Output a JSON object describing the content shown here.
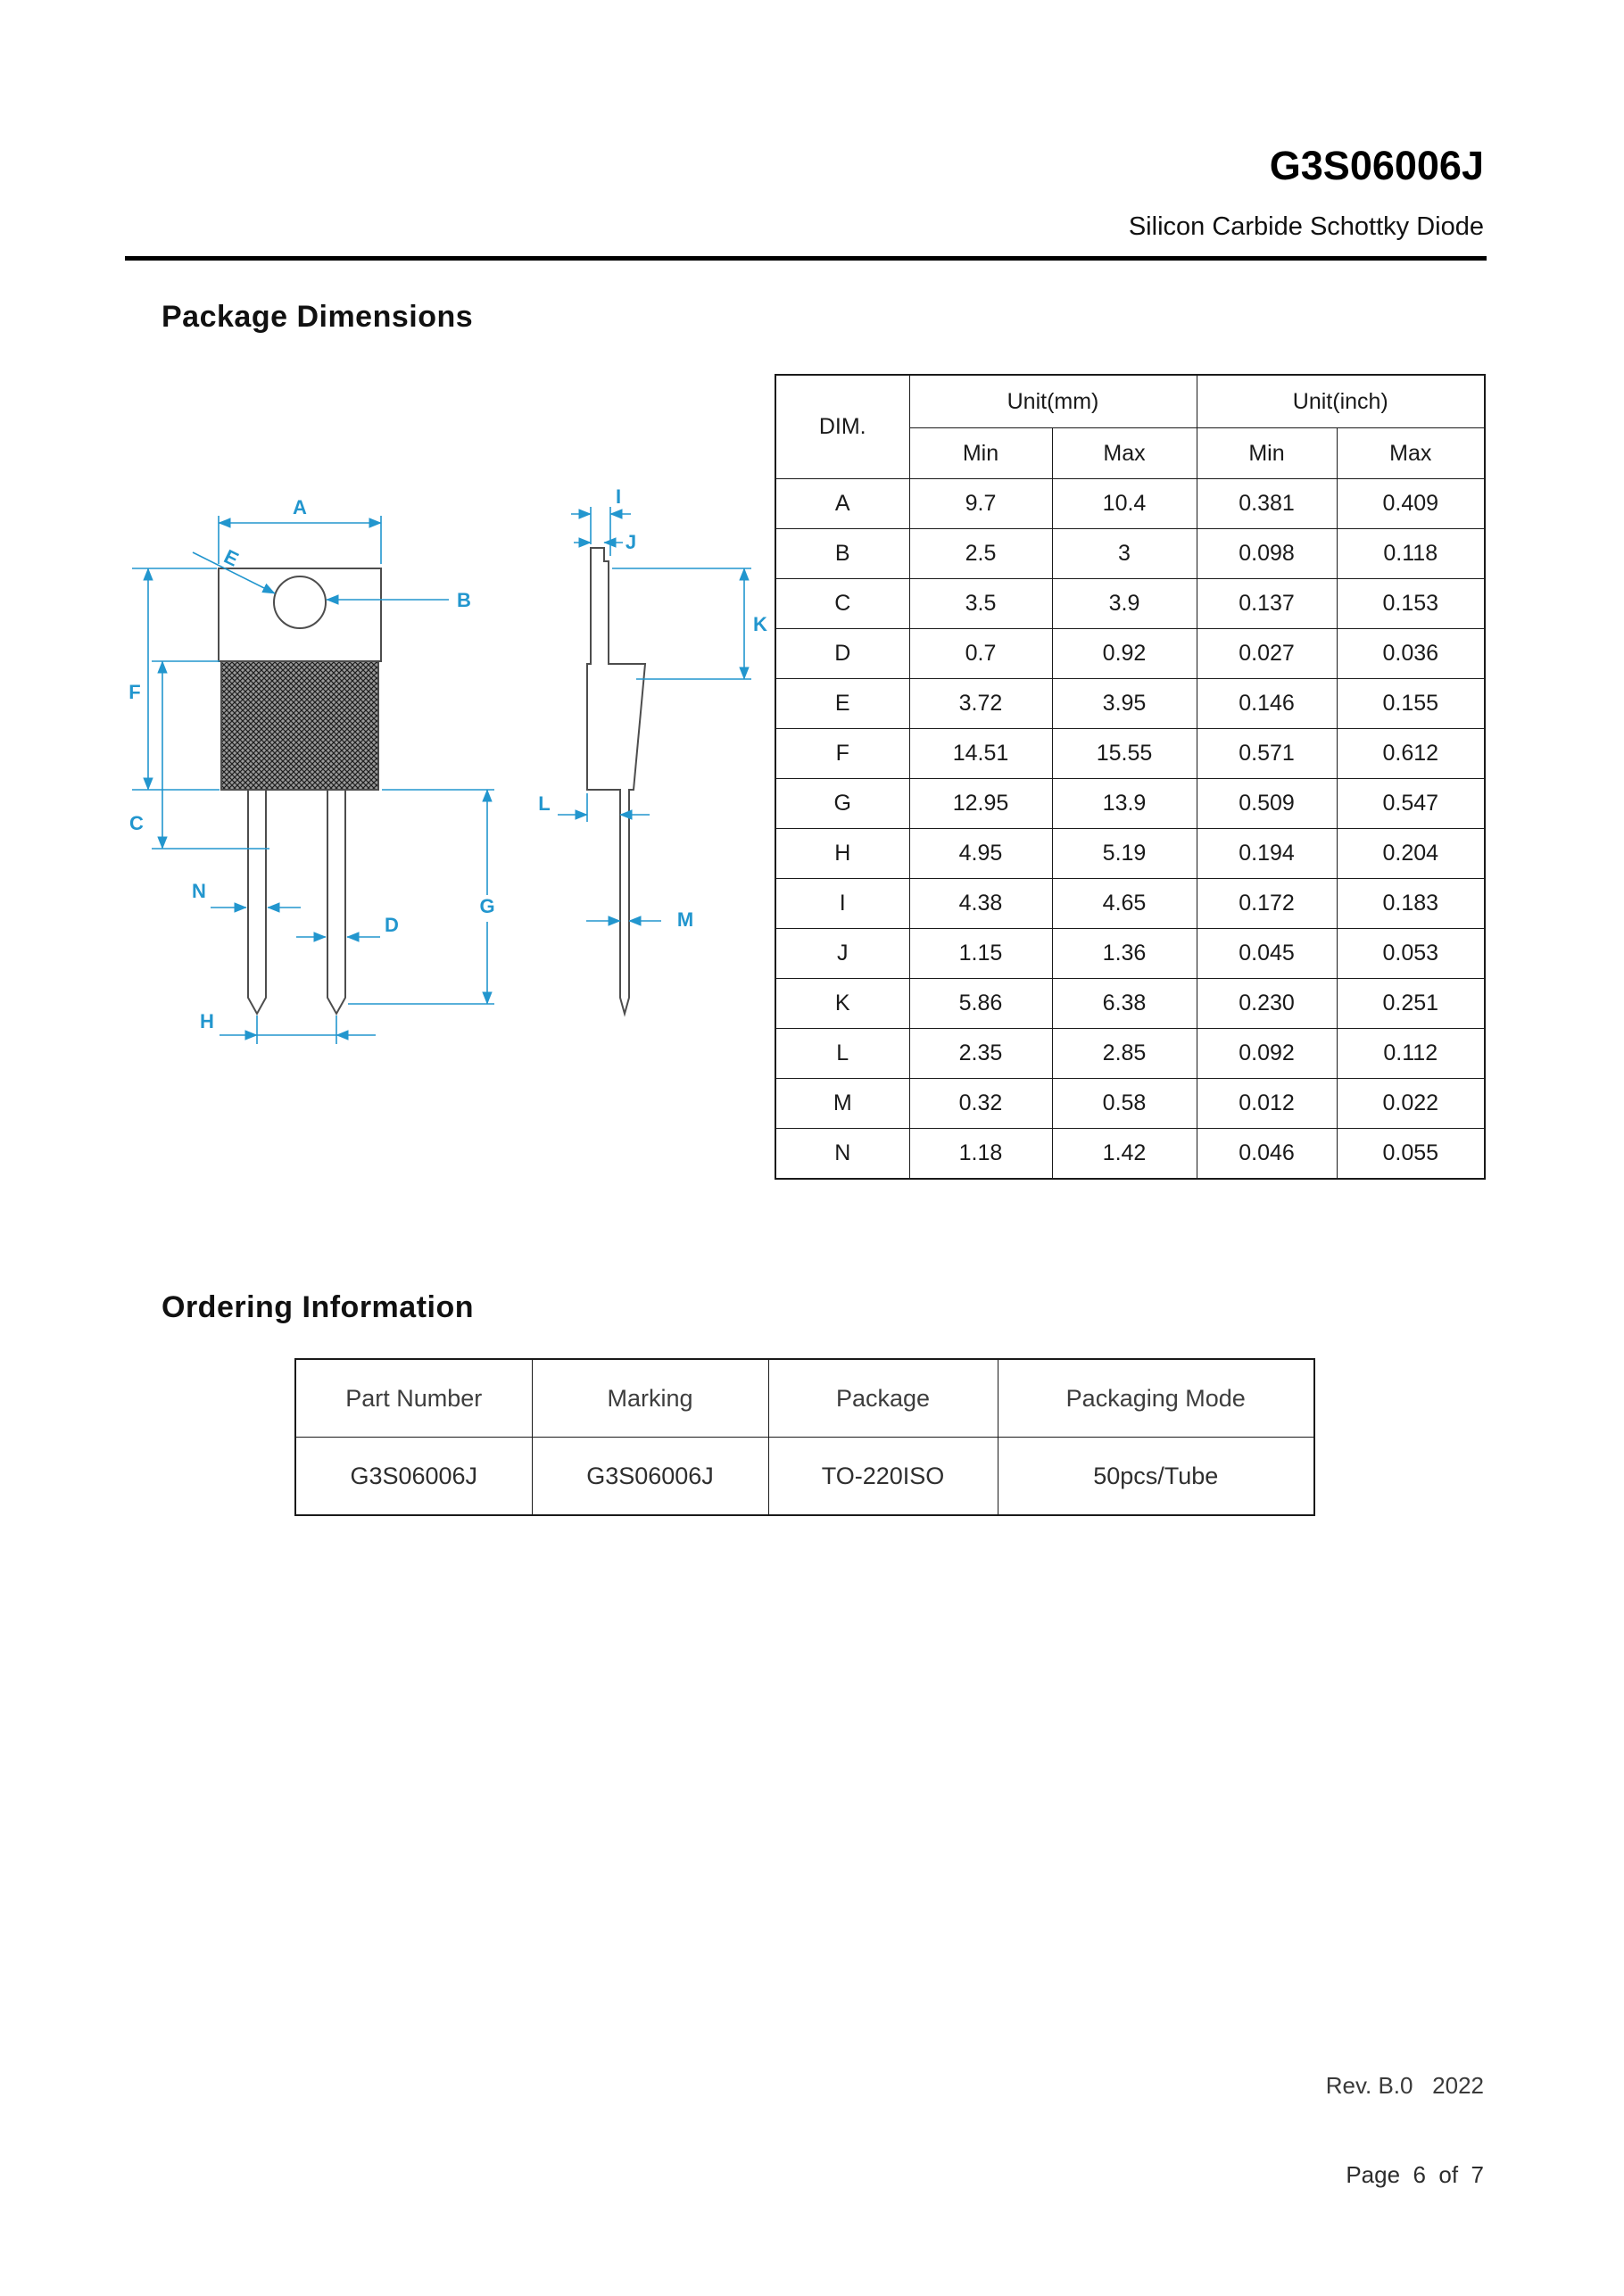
{
  "page": {
    "title": "G3S06006J",
    "subtitle": "Silicon Carbide Schottky Diode"
  },
  "package_dimensions": {
    "heading": "Package Dimensions",
    "table": {
      "dim_header": "DIM.",
      "unit_mm": "Unit(mm)",
      "unit_inch": "Unit(inch)",
      "min": "Min",
      "max": "Max",
      "rows": [
        {
          "dim": "A",
          "mm_min": "9.7",
          "mm_max": "10.4",
          "in_min": "0.381",
          "in_max": "0.409"
        },
        {
          "dim": "B",
          "mm_min": "2.5",
          "mm_max": "3",
          "in_min": "0.098",
          "in_max": "0.118"
        },
        {
          "dim": "C",
          "mm_min": "3.5",
          "mm_max": "3.9",
          "in_min": "0.137",
          "in_max": "0.153"
        },
        {
          "dim": "D",
          "mm_min": "0.7",
          "mm_max": "0.92",
          "in_min": "0.027",
          "in_max": "0.036"
        },
        {
          "dim": "E",
          "mm_min": "3.72",
          "mm_max": "3.95",
          "in_min": "0.146",
          "in_max": "0.155"
        },
        {
          "dim": "F",
          "mm_min": "14.51",
          "mm_max": "15.55",
          "in_min": "0.571",
          "in_max": "0.612"
        },
        {
          "dim": "G",
          "mm_min": "12.95",
          "mm_max": "13.9",
          "in_min": "0.509",
          "in_max": "0.547"
        },
        {
          "dim": "H",
          "mm_min": "4.95",
          "mm_max": "5.19",
          "in_min": "0.194",
          "in_max": "0.204"
        },
        {
          "dim": "I",
          "mm_min": "4.38",
          "mm_max": "4.65",
          "in_min": "0.172",
          "in_max": "0.183"
        },
        {
          "dim": "J",
          "mm_min": "1.15",
          "mm_max": "1.36",
          "in_min": "0.045",
          "in_max": "0.053"
        },
        {
          "dim": "K",
          "mm_min": "5.86",
          "mm_max": "6.38",
          "in_min": "0.230",
          "in_max": "0.251"
        },
        {
          "dim": "L",
          "mm_min": "2.35",
          "mm_max": "2.85",
          "in_min": "0.092",
          "in_max": "0.112"
        },
        {
          "dim": "M",
          "mm_min": "0.32",
          "mm_max": "0.58",
          "in_min": "0.012",
          "in_max": "0.022"
        },
        {
          "dim": "N",
          "mm_min": "1.18",
          "mm_max": "1.42",
          "in_min": "0.046",
          "in_max": "0.055"
        }
      ]
    },
    "drawing_labels": {
      "A": "A",
      "B": "B",
      "C": "C",
      "D": "D",
      "E": "E",
      "F": "F",
      "G": "G",
      "H": "H",
      "I": "I",
      "J": "J",
      "K": "K",
      "L": "L",
      "M": "M",
      "N": "N"
    }
  },
  "ordering_information": {
    "heading": "Ordering Information",
    "table": {
      "headers": [
        "Part Number",
        "Marking",
        "Package",
        "Packaging Mode"
      ],
      "row": [
        "G3S06006J",
        "G3S06006J",
        "TO-220ISO",
        "50pcs/Tube"
      ]
    }
  },
  "footer": {
    "revision": "Rev. B.0   2022",
    "page_number": "Page  6  of  7"
  },
  "colors": {
    "dimension_accent": "#2296ce",
    "outline_gray": "#4d4d4d",
    "rule_black": "#000000"
  }
}
